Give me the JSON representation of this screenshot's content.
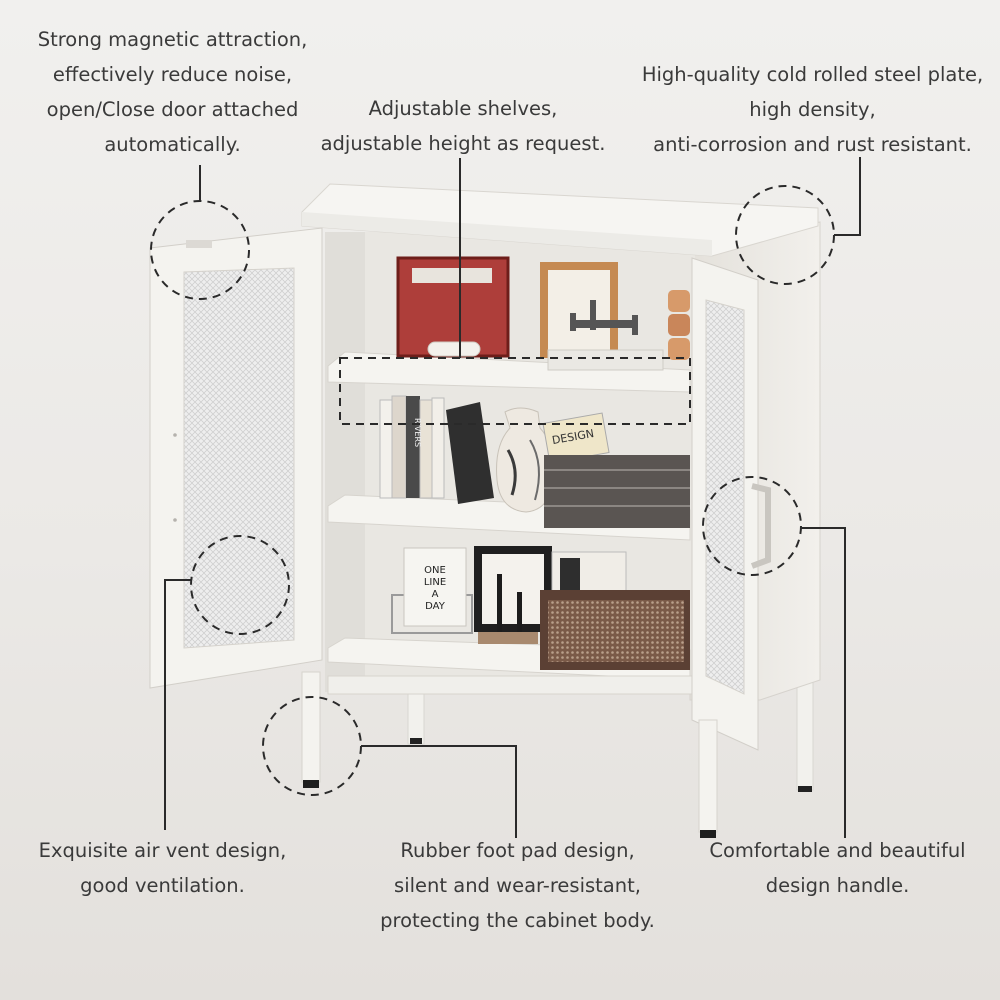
{
  "callouts": {
    "magnet": {
      "lines": [
        "Strong magnetic attraction,",
        "effectively reduce noise,",
        "open/Close door attached",
        "automatically."
      ]
    },
    "shelves": {
      "lines": [
        "Adjustable shelves,",
        "adjustable height as request."
      ]
    },
    "steel": {
      "lines": [
        "High-quality cold rolled steel plate,",
        "high density,",
        "anti-corrosion and rust resistant."
      ]
    },
    "vent": {
      "lines": [
        "Exquisite air vent design,",
        "good ventilation."
      ]
    },
    "foot": {
      "lines": [
        "Rubber foot pad design,",
        "silent and wear-resistant,",
        "protecting the cabinet body."
      ]
    },
    "handle": {
      "lines": [
        "Comfortable and beautiful",
        "design handle."
      ]
    }
  },
  "decor": {
    "book_card_lines": [
      "ONE",
      "LINE",
      "A",
      "DAY"
    ],
    "spine_texts": [
      "RIVERS",
      "DESIGN"
    ]
  },
  "colors": {
    "cabinet": "#f4f3ef",
    "interior": "#e9e7e2",
    "callout_line": "#2a2a2a",
    "text": "#3a3a3a",
    "red_rack": "#a8302b",
    "basket": "#5a5552",
    "rattan_box": "#5b4034"
  }
}
